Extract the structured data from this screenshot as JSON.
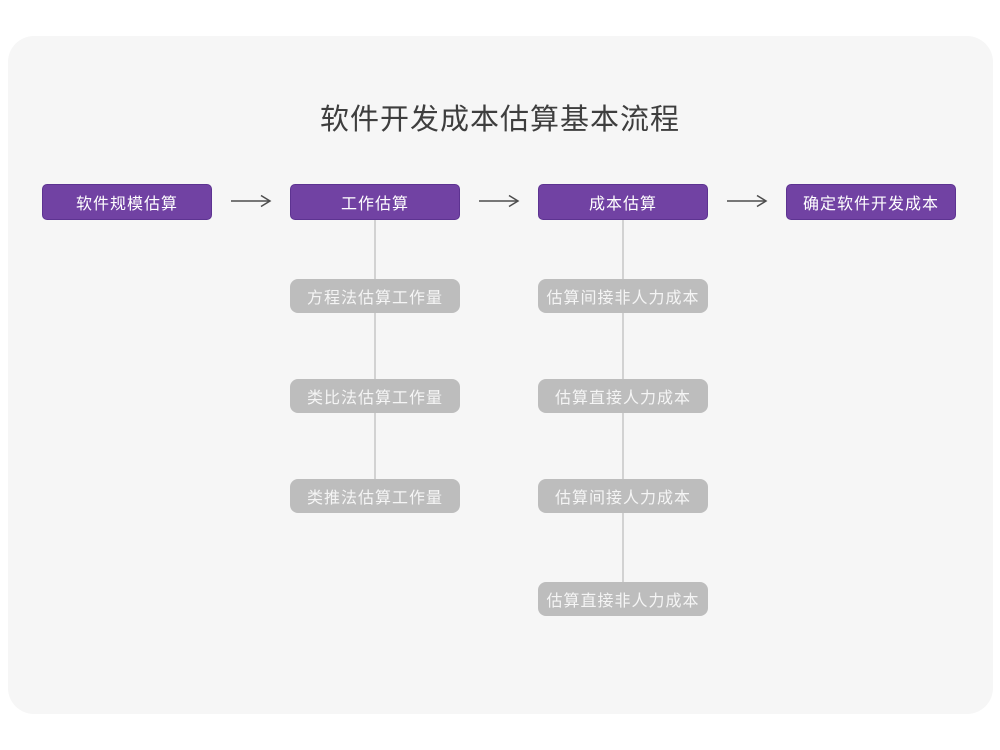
{
  "title": "软件开发成本估算基本流程",
  "flow": {
    "steps": [
      {
        "label": "软件规模估算"
      },
      {
        "label": "工作估算"
      },
      {
        "label": "成本估算"
      },
      {
        "label": "确定软件开发成本"
      }
    ]
  },
  "work_breakdown": {
    "items": [
      {
        "label": "方程法估算工作量"
      },
      {
        "label": "类比法估算工作量"
      },
      {
        "label": "类推法估算工作量"
      }
    ]
  },
  "cost_breakdown": {
    "items": [
      {
        "label": "估算间接非人力成本"
      },
      {
        "label": "估算直接人力成本"
      },
      {
        "label": "估算间接人力成本"
      },
      {
        "label": "估算直接非人力成本"
      }
    ]
  },
  "colors": {
    "primary_node": "#7142A3",
    "primary_node_border": "#5D3391",
    "secondary_node": "#BDBDBD",
    "connector_line": "#D2D2D2",
    "arrow": "#4D4D4D",
    "canvas_background": "#F6F6F6",
    "title_text": "#3E3E3E"
  },
  "icons": {
    "arrow_right": "right-arrow"
  }
}
